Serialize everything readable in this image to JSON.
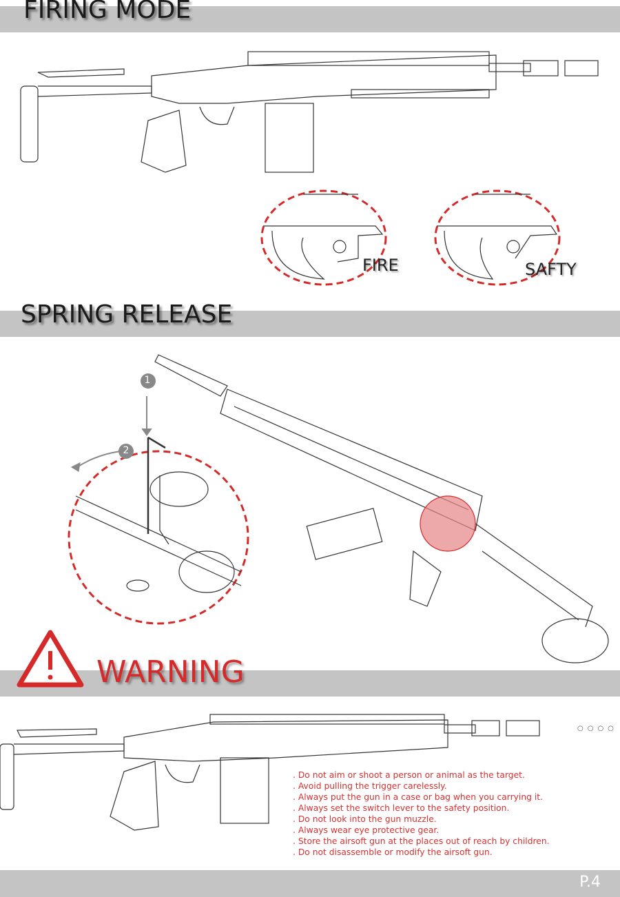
{
  "sections": {
    "firing_mode": "FIRING MODE",
    "spring_release": "SPRING RELEASE",
    "warning": "WARNING"
  },
  "firing_labels": {
    "fire": "FIRE",
    "safety": "SAFTY"
  },
  "steps": {
    "step1": "1",
    "step2": "2"
  },
  "warnings": [
    ". Do not aim or shoot a person or animal as the target.",
    ". Avoid pulling the trigger carelessly.",
    ". Always put the gun in a case or bag when you carrying it.",
    ". Always set the switch lever to the safety position.",
    ". Do not look into the gun muzzle.",
    ". Always wear eye protective gear.",
    ". Store the airsoft gun at the places out of reach by children.",
    ". Do not disassemble or modify the airsoft gun."
  ],
  "page_number": "P.4",
  "colors": {
    "accent": "#d42a2a",
    "bar": "#c4c4c4"
  }
}
